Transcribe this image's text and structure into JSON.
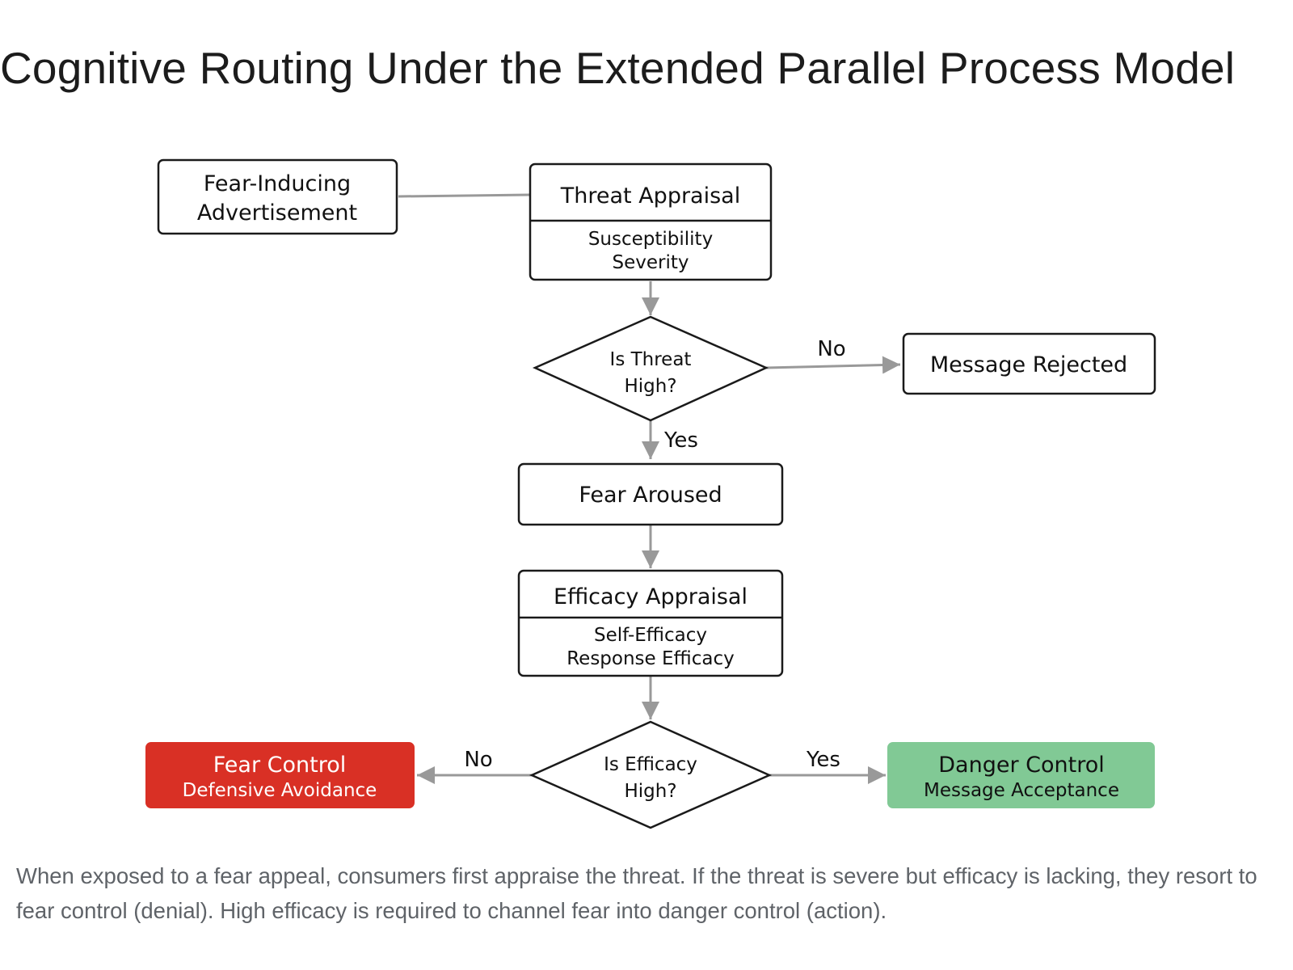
{
  "title": "Cognitive Routing Under the Extended Parallel Process Model",
  "nodes": {
    "ad": {
      "lines": [
        "Fear-Inducing",
        "Advertisement"
      ]
    },
    "threat": {
      "title": "Threat Appraisal",
      "sub": [
        "Susceptibility",
        "Severity"
      ]
    },
    "threat_decision": {
      "lines": [
        "Is Threat",
        "High?"
      ]
    },
    "rejected": {
      "label": "Message Rejected"
    },
    "fear_aroused": {
      "label": "Fear Aroused"
    },
    "efficacy": {
      "title": "Efficacy Appraisal",
      "sub": [
        "Self-Efficacy",
        "Response Efficacy"
      ]
    },
    "efficacy_decision": {
      "lines": [
        "Is Efficacy",
        "High?"
      ]
    },
    "fear_control": {
      "title": "Fear Control",
      "sub": "Defensive Avoidance",
      "color": "#d93025"
    },
    "danger_control": {
      "title": "Danger Control",
      "sub": "Message Acceptance",
      "color": "#81c995"
    }
  },
  "edges": {
    "threat_no": "No",
    "threat_yes": "Yes",
    "efficacy_no": "No",
    "efficacy_yes": "Yes"
  },
  "edge_color": "#999999",
  "caption": "When exposed to a fear appeal, consumers first appraise the threat. If the threat is severe but efficacy is lacking, they resort to fear control (denial). High efficacy is required to channel fear into danger control (action)."
}
